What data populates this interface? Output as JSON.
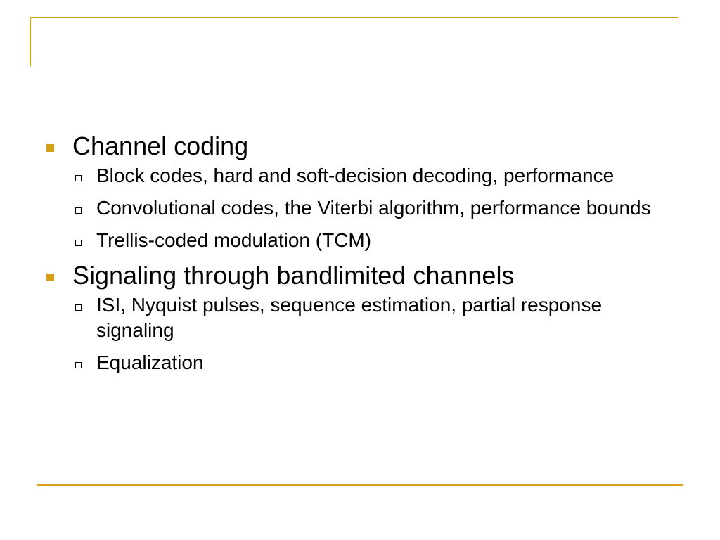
{
  "theme": {
    "accent": "#D4A017"
  },
  "slide": {
    "bullets": [
      {
        "text": "Channel coding",
        "subitems": [
          "Block codes, hard and soft-decision decoding, performance",
          "Convolutional codes, the Viterbi algorithm, performance bounds",
          "Trellis-coded modulation (TCM)"
        ]
      },
      {
        "text": "Signaling through bandlimited channels",
        "subitems": [
          "ISI, Nyquist pulses, sequence estimation, partial response signaling",
          "Equalization"
        ]
      }
    ]
  }
}
